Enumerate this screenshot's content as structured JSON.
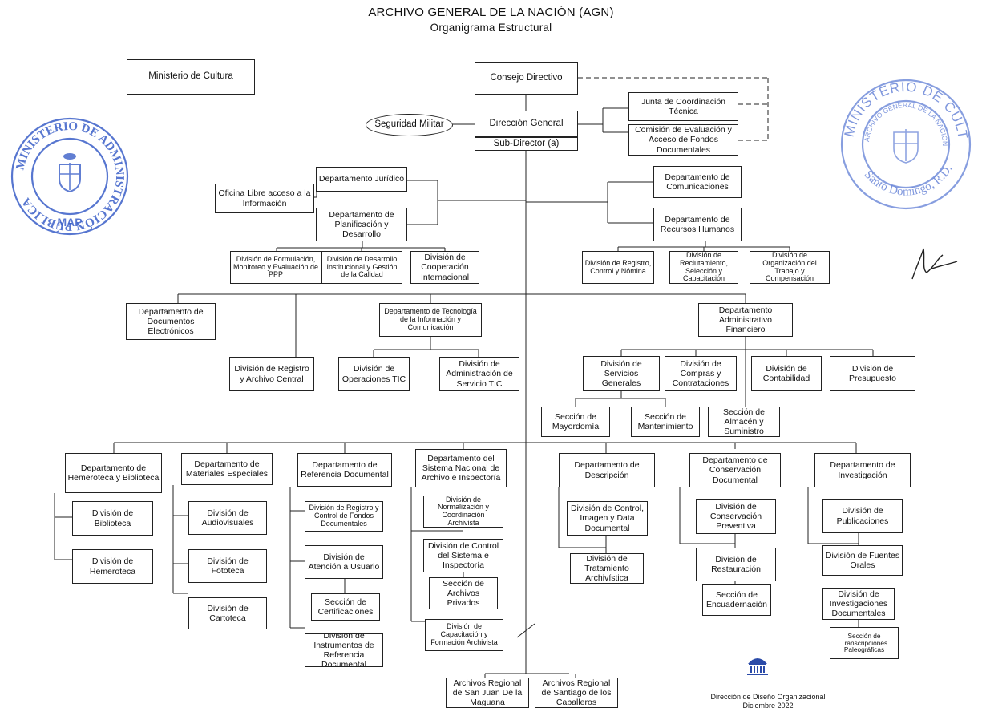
{
  "header": {
    "title": "ARCHIVO GENERAL DE LA NACIÓN (AGN)",
    "subtitle": "Organigrama Estructural"
  },
  "top": {
    "ministerio": "Ministerio de Cultura",
    "consejo": "Consejo Directivo",
    "direccion": "Dirección General",
    "subdirector": "Sub-Director (a)",
    "seguridad": "Seguridad Militar",
    "junta": "Junta de Coordinación Técnica",
    "comision": "Comisión de Evaluación y Acceso de Fondos Documentales"
  },
  "staff_left": {
    "juridico": "Departamento Jurídico",
    "oficina": "Oficina Libre acceso a la Información",
    "planificacion": "Departamento de Planificación y Desarrollo",
    "div_formulacion": "División de Formulación, Monitoreo y Evaluación de PPP",
    "div_desarrollo": "División de Desarrollo Institucional y Gestión de la Calidad",
    "div_cooperacion": "División de Cooperación Internacional"
  },
  "staff_right": {
    "comunicaciones": "Departamento de Comunicaciones",
    "rrhh": "Departamento de Recursos Humanos",
    "div_registro_nomina": "División de Registro, Control y Nómina",
    "div_reclutamiento": "División de Reclutamiento, Selección y Capacitación",
    "div_organizacion": "División de Organización del Trabajo y Compensación"
  },
  "support": {
    "doc_electronicos": "Departamento de Documentos Electrónicos",
    "div_registro_archivo": "División de Registro y Archivo Central",
    "tic": "Departamento de Tecnología de la Información y Comunicación",
    "div_operaciones_tic": "División de Operaciones TIC",
    "div_admin_tic": "División de Administración de Servicio TIC",
    "admin_fin": "Departamento Administrativo Financiero",
    "div_servicios": "División de Servicios Generales",
    "div_compras": "División de Compras y Contrataciones",
    "div_contabilidad": "División de Contabilidad",
    "div_presupuesto": "División de Presupuesto",
    "sec_mayordomia": "Sección de Mayordomía",
    "sec_mantenimiento": "Sección de Mantenimiento",
    "sec_almacen": "Sección de Almacén y Suministro"
  },
  "substantive": {
    "hemeroteca": {
      "dept": "Departamento de Hemeroteca y Biblioteca",
      "units": [
        "División de Biblioteca",
        "División de Hemeroteca"
      ]
    },
    "materiales": {
      "dept": "Departamento de Materiales Especiales",
      "units": [
        "División de Audiovisuales",
        "División de Fototeca",
        "División de Cartoteca"
      ]
    },
    "referencia": {
      "dept": "Departamento de Referencia Documental",
      "units": [
        "División de Registro y Control de Fondos Documentales",
        "División de Atención a Usuario",
        "Sección de Certificaciones",
        "División de Instrumentos de Referencia Documental"
      ]
    },
    "sistema": {
      "dept": "Departamento del Sistema Nacional de Archivo e Inspectoría",
      "units": [
        "División de Normalización y Coordinación Archivista",
        "División de Control del Sistema e Inspectoría",
        "Sección de Archivos Privados",
        "División de Capacitación y Formación Archivista"
      ]
    },
    "descripcion": {
      "dept": "Departamento de Descripción",
      "units": [
        "División de Control, Imagen y Data Documental",
        "División de Tratamiento Archivística"
      ]
    },
    "conservacion": {
      "dept": "Departamento de Conservación Documental",
      "units": [
        "División de Conservación Preventiva",
        "División de Restauración",
        "Sección de Encuadernación"
      ]
    },
    "investigacion": {
      "dept": "Departamento de Investigación",
      "units": [
        "División de Publicaciones",
        "División de Fuentes Orales",
        "División de Investigaciones Documentales",
        "Sección de Transcripciones Paleográficas"
      ]
    }
  },
  "regional": {
    "san_juan": "Archivos Regional de San Juan De la Maguana",
    "santiago": "Archivos Regional de Santiago de los Caballeros"
  },
  "stamps": {
    "left_ring": "MINISTERIO DE ADMINISTRACIÓN PÚBLICA",
    "left_mark": "MAP",
    "right_ring": "MINISTERIO DE CULTURA",
    "right_inner": "ARCHIVO GENERAL DE LA NACIÓN",
    "right_city": "Santo Domingo, R.D.",
    "stamp_color": "#3a5fc8"
  },
  "footer": {
    "line1": "Dirección de Diseño Organizacional",
    "line2": "Diciembre 2022"
  }
}
